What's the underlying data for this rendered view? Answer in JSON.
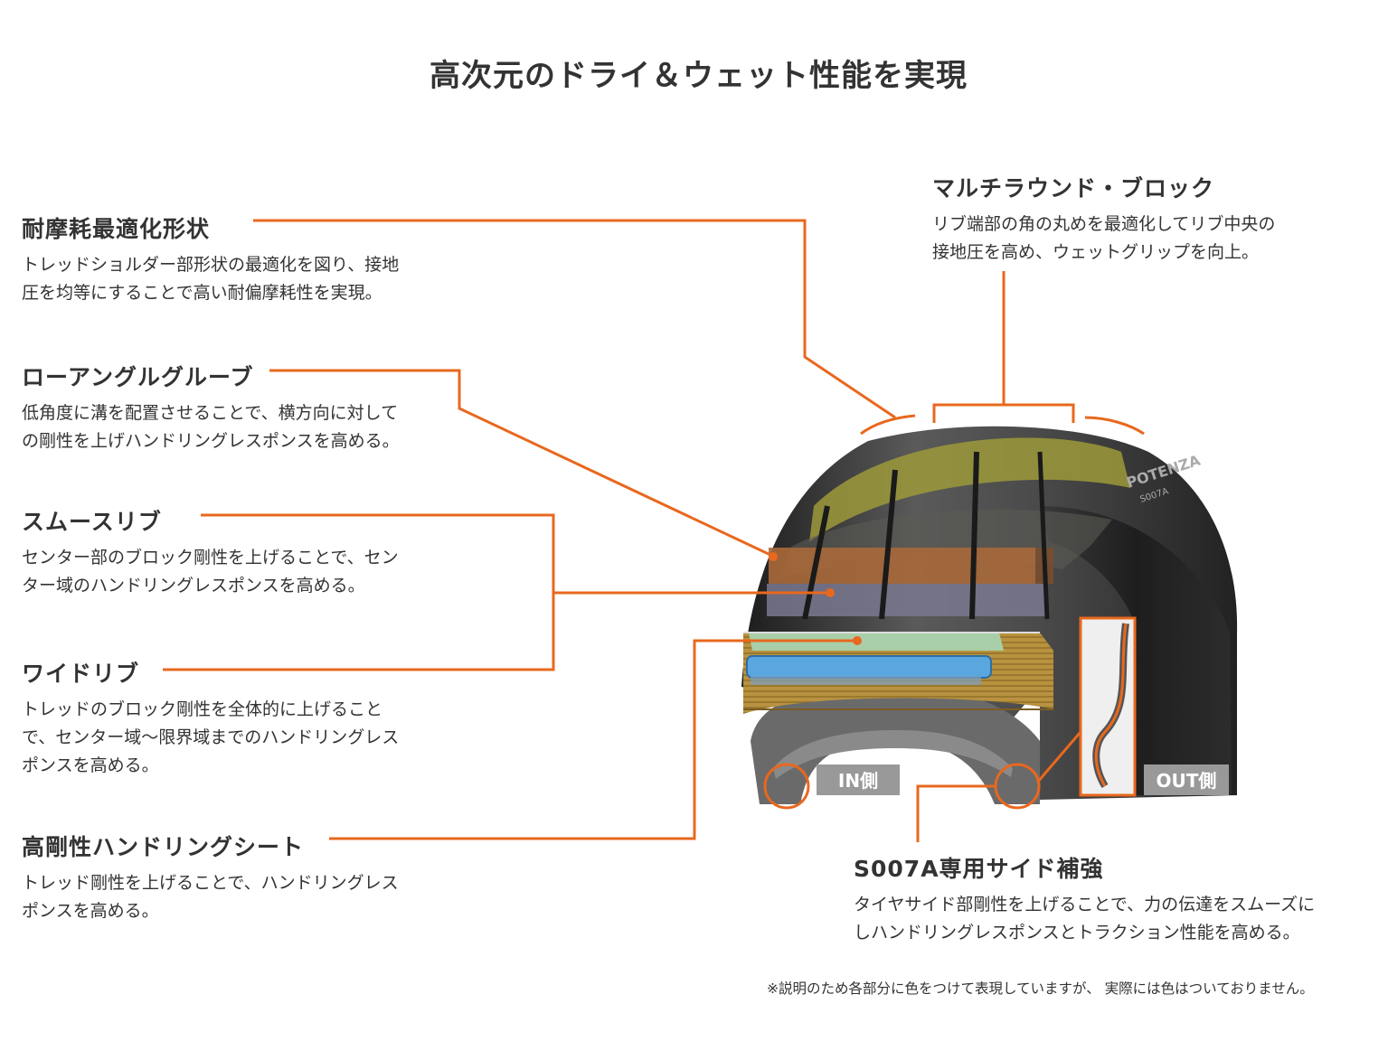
{
  "title": "高次元のドライ＆ウェット性能を実現",
  "features": [
    {
      "title": "耐摩耗最適化形状",
      "desc": [
        "トレッドショルダー部形状の最適化を図り、接地",
        "圧を均等にすることで高い耐偏摩耗性を実現。"
      ]
    },
    {
      "title": "ローアングルグルーブ",
      "desc": [
        "低角度に溝を配置させることで、横方向に対して",
        "の剛性を上げハンドリングレスポンスを高める。"
      ]
    },
    {
      "title": "スムースリブ",
      "desc": [
        "センター部のブロック剛性を上げることで、セン",
        "ター域のハンドリングレスポンスを高める。"
      ]
    },
    {
      "title": "ワイドリブ",
      "desc": [
        "トレッドのブロック剛性を全体的に上げること",
        "で、センター域〜限界域までのハンドリングレス",
        "ポンスを高める。"
      ]
    },
    {
      "title": "高剛性ハンドリングシート",
      "desc": [
        "トレッド剛性を上げることで、ハンドリングレス",
        "ポンスを高める。"
      ]
    },
    {
      "title": "マルチラウンド・ブロック",
      "desc": [
        "リブ端部の角の丸めを最適化してリブ中央の",
        "接地圧を高め、ウェットグリップを向上。"
      ]
    },
    {
      "title": "S007A専用サイド補強",
      "desc": [
        "タイヤサイド部剛性を上げることで、力の伝達をスムーズに",
        "しハンドリングレスポンスとトラクション性能を高める。"
      ]
    }
  ],
  "tire": {
    "brand": "POTENZA",
    "model": "S007A",
    "in_label": "IN側",
    "out_label": "OUT側"
  },
  "footnote": "※説明のため各部分に色をつけて表現していますが、 実際には色はついておりません。",
  "colors": {
    "accent": "#e8681e",
    "text": "#333333",
    "tire_dark": "#2b2b2b"
  }
}
